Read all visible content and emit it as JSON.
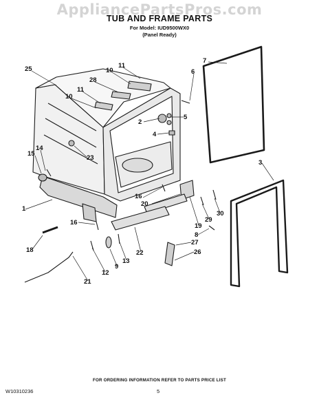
{
  "watermark": "AppliancePartsPros.com",
  "header": {
    "title": "TUB AND FRAME PARTS",
    "model_line": "For Model: IUD9500WX0",
    "variant_line": "(Panel Ready)"
  },
  "footer": {
    "ordering_note": "FOR ORDERING INFORMATION REFER TO PARTS PRICE LIST",
    "doc_number": "W10310236",
    "page_number": "5"
  },
  "callouts": [
    "25",
    "11",
    "10",
    "28",
    "11",
    "10",
    "7",
    "6",
    "5",
    "2",
    "4",
    "23",
    "14",
    "15",
    "3",
    "16",
    "20",
    "19",
    "29",
    "30",
    "1",
    "16",
    "22",
    "8",
    "27",
    "26",
    "13",
    "9",
    "12",
    "18",
    "21"
  ]
}
